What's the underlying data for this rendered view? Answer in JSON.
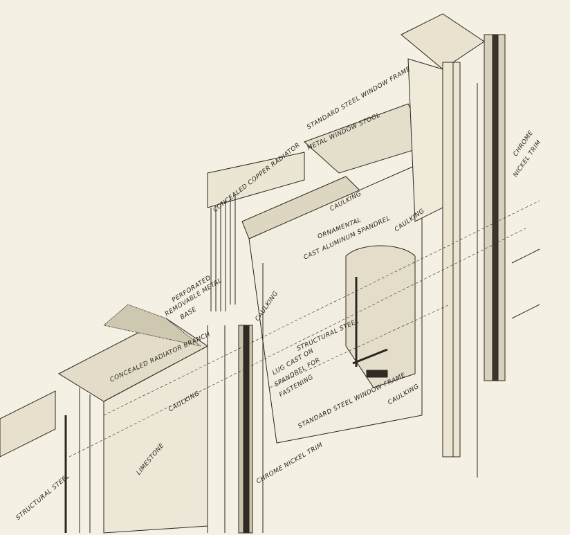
{
  "labels": {
    "window_frame_top": "STANDARD STEEL WINDOW FRAME",
    "window_stool": "METAL WINDOW STOOL",
    "copper_radiator": "CONCEALED COPPER RADIATOR",
    "caulking_1": "CAULKING",
    "spandrel_1": "ORNAMENTAL",
    "spandrel_2": "CAST ALUMINUM SPANDREL",
    "chrome_trim_top_1": "CHROME",
    "chrome_trim_top_2": "NICKEL TRIM",
    "caulking_2": "CAULKING",
    "base_1": "PERFORATED",
    "base_2": "REMOVABLE METAL",
    "base_3": "BASE",
    "caulking_3": "CAULKING",
    "structural_steel_mid": "STRUCTURAL STEEL",
    "radiator_branch": "CONCEALED RADIATOR BRANCH",
    "lug_1": "LUG CAST ON",
    "lug_2": "SPANDREL FOR",
    "lug_3": "FASTENING",
    "caulking_4": "CAULKING",
    "window_frame_bottom": "STANDARD STEEL WINDOW FRAME",
    "caulking_5": "CAULKING",
    "limestone": "LIMESTONE",
    "chrome_trim_bottom": "CHROME NICKEL TRIM",
    "structural_steel_low": "STRUCTURAL STEEL"
  },
  "colors": {
    "paper": "#f4f0e3",
    "ink": "#2a2620"
  }
}
